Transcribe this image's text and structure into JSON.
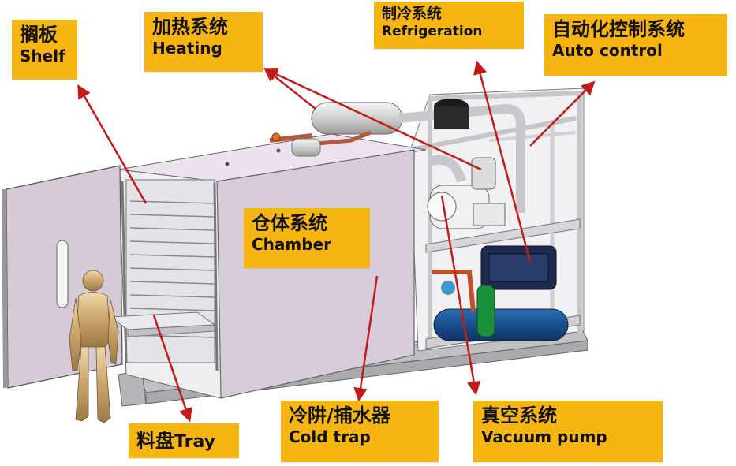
{
  "labels": {
    "shelf": {
      "zh": "搁板",
      "en": "Shelf"
    },
    "heating": {
      "zh": "加热系统",
      "en": "Heating"
    },
    "refrigeration": {
      "zh": "制冷系统",
      "en": "Refrigeration"
    },
    "auto_control": {
      "zh": "自动化控制系统",
      "en": "Auto control"
    },
    "chamber": {
      "zh": "仓体系统",
      "en": "Chamber"
    },
    "tray": {
      "zh": "料盘",
      "en": "Tray"
    },
    "cold_trap": {
      "zh": "冷阱/捕水器",
      "en": "Cold trap"
    },
    "vacuum_pump": {
      "zh": "真空系统",
      "en": "Vacuum pump"
    }
  },
  "colors": {
    "label_bg": "#f7b512",
    "arrow": "#c41a1a",
    "chamber_panel": "#d8ccda",
    "frame": "#c8c8cc"
  }
}
